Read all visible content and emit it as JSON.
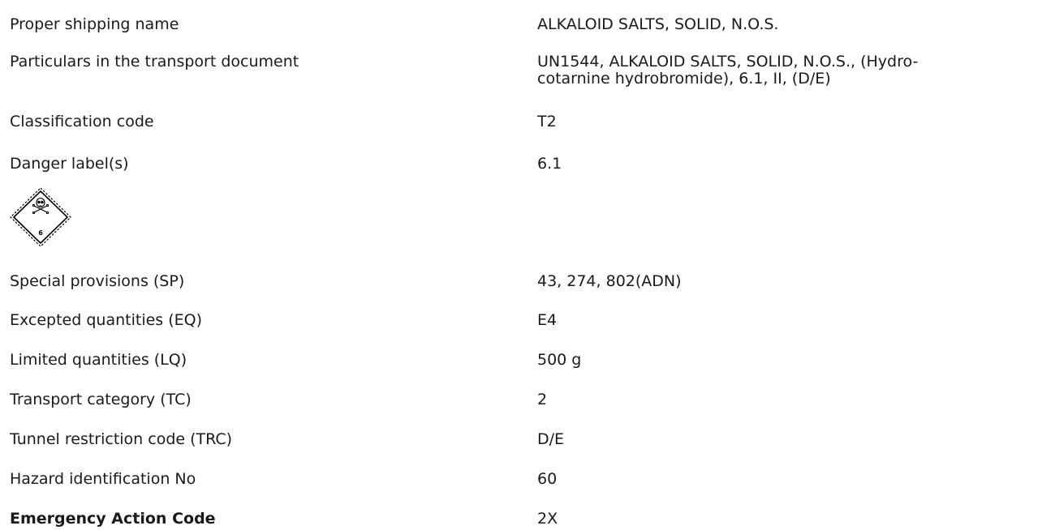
{
  "rows": [
    {
      "label": "Proper shipping name",
      "value": "ALKALOID SALTS, SOLID, N.O.S."
    },
    {
      "label": "Particulars in the transport document",
      "value": "UN1544, ALKALOID SALTS, SOLID, N.O.S., (Hydro-\ncotarnine hydrobromide), 6.1, II, (D/E)"
    },
    {
      "label": "Classification code",
      "value": "T2"
    },
    {
      "label": "Danger label(s)",
      "value": "6.1"
    },
    {
      "label": "Special provisions (SP)",
      "value": "43, 274, 802(ADN)"
    },
    {
      "label": "Excepted quantities (EQ)",
      "value": "E4"
    },
    {
      "label": "Limited quantities (LQ)",
      "value": "500 g"
    },
    {
      "label": "Transport category (TC)",
      "value": "2"
    },
    {
      "label": "Tunnel restriction code (TRC)",
      "value": "D/E"
    },
    {
      "label": "Hazard identification No",
      "value": "60"
    },
    {
      "label": "Emergency Action Code",
      "value": "2X"
    }
  ],
  "danger_label_icon": {
    "name": "toxic-skull-crossbones-icon",
    "class_number": "6",
    "border_color": "#000000"
  }
}
